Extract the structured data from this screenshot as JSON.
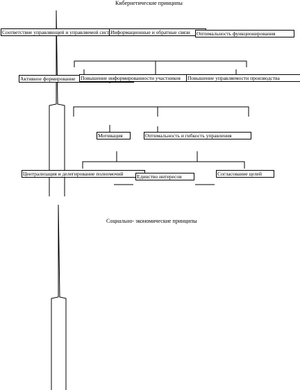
{
  "cybernetic": {
    "title": "Кибернетические принципы",
    "row1": [
      "Соответствие управляющей и управляемой систем",
      "Информационные и обратные связи",
      "Оптимальность функционирования"
    ],
    "row2": [
      "Активное формирование",
      "Повышение информированности участников",
      "Повышение управляемости производства"
    ],
    "row3": [
      "Мотивация",
      "Оптимальность и гибкость управления"
    ],
    "row4": [
      "Централизация и делегирование полномочий",
      "Единство интересов",
      "Согласование целей"
    ]
  },
  "socioeconomic": {
    "title": "Социально- экономические принципы"
  }
}
